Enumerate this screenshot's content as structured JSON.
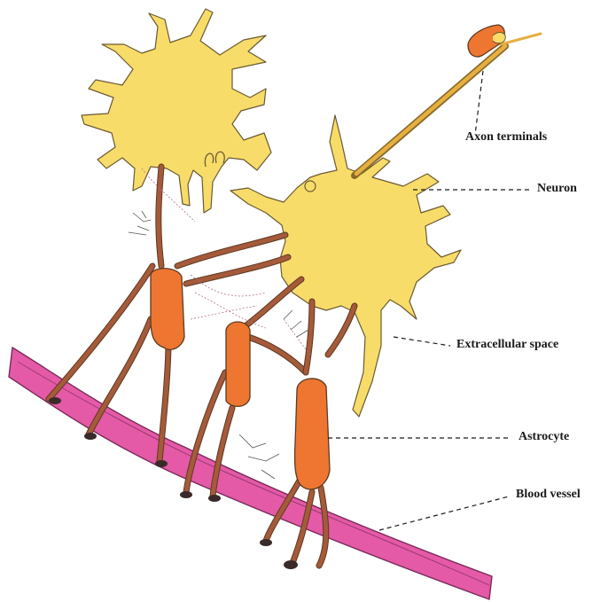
{
  "labels": {
    "axon_terminals": "Axon terminals",
    "neuron": "Neuron",
    "extracellular_space": "Extracellular space",
    "astrocyte": "Astrocyte",
    "blood_vessel": "Blood vessel"
  },
  "colors": {
    "neuron_fill": "#f8dc6a",
    "astrocyte_fill": "#ee7630",
    "blood_vessel_fill": "#e45aa6",
    "axon": "#e6b040"
  }
}
